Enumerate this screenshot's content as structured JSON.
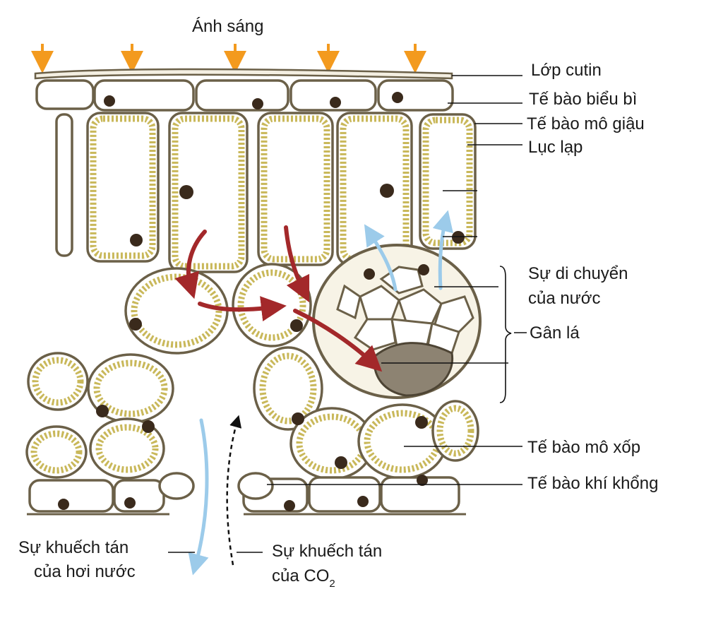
{
  "labels": {
    "light": "Ánh sáng",
    "cuticle": "Lớp cutin",
    "epidermis": "Tế bào biểu bì",
    "palisade": "Tế bào mô giậu",
    "chloroplast": "Lục lạp",
    "water_movement_1": "Sự di chuyển",
    "water_movement_2": "của nước",
    "vein": "Gân lá",
    "spongy": "Tế bào mô xốp",
    "guard_cell": "Tế bào khí khổng",
    "vapor_diffusion_1": "Sự khuếch tán",
    "vapor_diffusion_2": "của hơi nước",
    "co2_diffusion_1": "Sự khuếch tán",
    "co2_diffusion_2_main": "của CO",
    "co2_diffusion_2_sub": "2"
  },
  "colors": {
    "light_arrow": "#f39a1e",
    "sugar_arrow": "#a3282a",
    "water_arrow": "#9ccbea",
    "cell_wall": "#6b6048",
    "cytoplasm": "#c9b85a",
    "nucleus": "#3a2a1c"
  }
}
